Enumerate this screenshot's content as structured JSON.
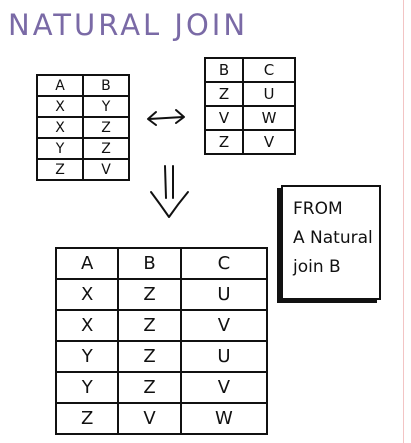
{
  "title": "NATURAL JOIN",
  "table_a": {
    "header": [
      "A",
      "B"
    ],
    "rows": [
      [
        "X",
        "Y"
      ],
      [
        "X",
        "Z"
      ],
      [
        "Y",
        "Z"
      ],
      [
        "Z",
        "V"
      ]
    ]
  },
  "table_b": {
    "header": [
      "B",
      "C"
    ],
    "rows": [
      [
        "Z",
        "U"
      ],
      [
        "V",
        "W"
      ],
      [
        "Z",
        "V"
      ]
    ]
  },
  "result": {
    "header": [
      "A",
      "B",
      "C"
    ],
    "rows": [
      [
        "X",
        "Z",
        "U"
      ],
      [
        "X",
        "Z",
        "V"
      ],
      [
        "Y",
        "Z",
        "U"
      ],
      [
        "Y",
        "Z",
        "V"
      ],
      [
        "Z",
        "V",
        "W"
      ]
    ]
  },
  "note": {
    "lines": [
      "FROM",
      "A Natural",
      "join B"
    ]
  }
}
